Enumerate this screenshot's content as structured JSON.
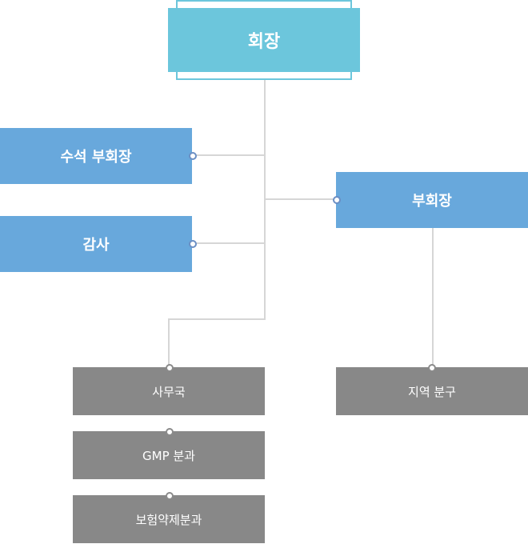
{
  "org": {
    "chairman": "회장",
    "senior_vice_chairman": "수석 부회장",
    "auditor": "감사",
    "vice_chairman": "부회장",
    "secretariat": "사무국",
    "gmp_committee": "GMP 분과",
    "insurance_committee": "보험약제분과",
    "regional_branch": "지역 분구"
  },
  "colors": {
    "top": "#6cc6dc",
    "mid": "#68a8dc",
    "bottom": "#888888",
    "connector": "#d6d6d6"
  }
}
